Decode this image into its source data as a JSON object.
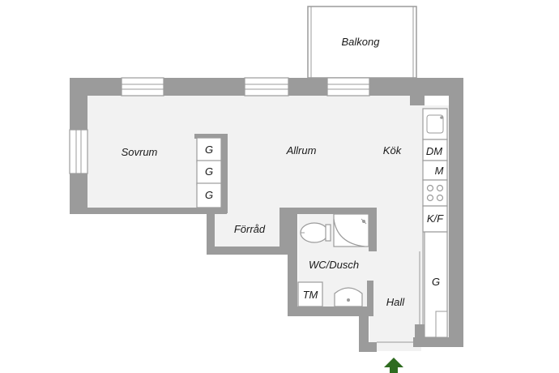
{
  "floorplan": {
    "rooms": {
      "balcony": "Balkong",
      "bedroom": "Sovrum",
      "living": "Allrum",
      "kitchen": "Kök",
      "storage": "Förråd",
      "bathroom": "WC/Dusch",
      "hall": "Hall"
    },
    "fixtures": {
      "wardrobe_bedroom": [
        "G",
        "G",
        "G"
      ],
      "dishwasher": "DM",
      "microwave": "M",
      "fridge_freezer": "K/F",
      "hall_wardrobe": "G",
      "washer": "TM"
    },
    "colors": {
      "wall": "#9b9b9b",
      "floor": "#f2f2f2",
      "entrance_arrow": "#2e6b1f"
    },
    "entrance_icon": "up-arrow-icon"
  }
}
